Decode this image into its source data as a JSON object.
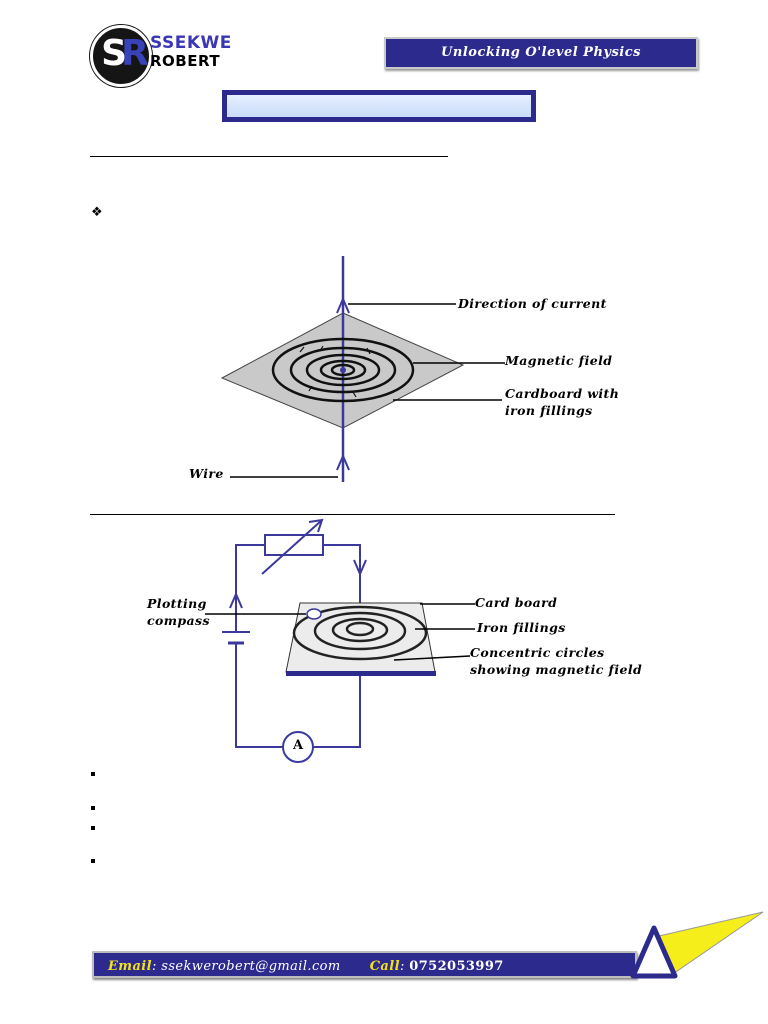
{
  "brand": {
    "logo_letters": "SR",
    "name_line1": "SSEKWE",
    "name_line2": "ROBERT",
    "banner": "Unlocking O'level Physics"
  },
  "diagram1": {
    "labels": {
      "current": "Direction of current",
      "field": "Magnetic field",
      "cardboard_1": "Cardboard with",
      "cardboard_2": "iron fillings",
      "wire": "Wire"
    }
  },
  "diagram2": {
    "labels": {
      "compass_1": "Plotting",
      "compass_2": "compass",
      "card": "Card board",
      "iron": "Iron fillings",
      "circles_1": "Concentric circles",
      "circles_2": "showing magnetic field",
      "ammeter": "A"
    }
  },
  "footer": {
    "email_label": "Email",
    "email_value": "ssekwerobert@gmail.com",
    "call_label": "Call",
    "call_value": "0752053997"
  },
  "colors": {
    "brand_blue": "#2d2a8e",
    "wire_blue": "#3b3a9c",
    "footer_key": "#f2e21c",
    "corner_yellow": "#f5ee1b"
  }
}
